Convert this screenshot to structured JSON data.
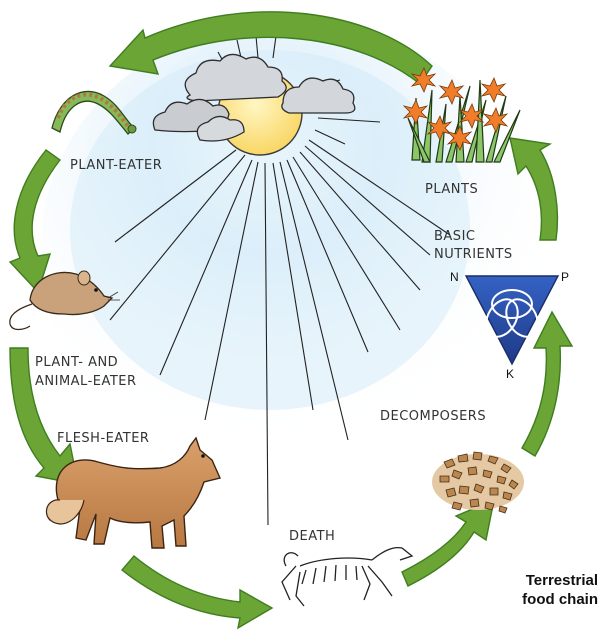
{
  "diagram": {
    "stages": {
      "plant_eater": "PLANT-EATER",
      "plants": "PLANTS",
      "basic_nutrients_line1": "BASIC",
      "basic_nutrients_line2": "NUTRIENTS",
      "plant_animal_eater_line1": "PLANT- AND",
      "plant_animal_eater_line2": "ANIMAL-EATER",
      "flesh_eater": "FLESH-EATER",
      "decomposers": "DECOMPOSERS",
      "death": "DEATH"
    },
    "nutrient_triangle": {
      "n": "N",
      "p": "P",
      "k": "K"
    },
    "caption_line1": "Terrestrial",
    "caption_line2": "food chain"
  },
  "colors": {
    "arrow": "#6aa536",
    "arrow_dark": "#3f7d1f",
    "sky": "#bfe1f6",
    "sun": "#fbe48a",
    "triangle": "#2b4fa8",
    "flower": "#ef7d2a"
  }
}
